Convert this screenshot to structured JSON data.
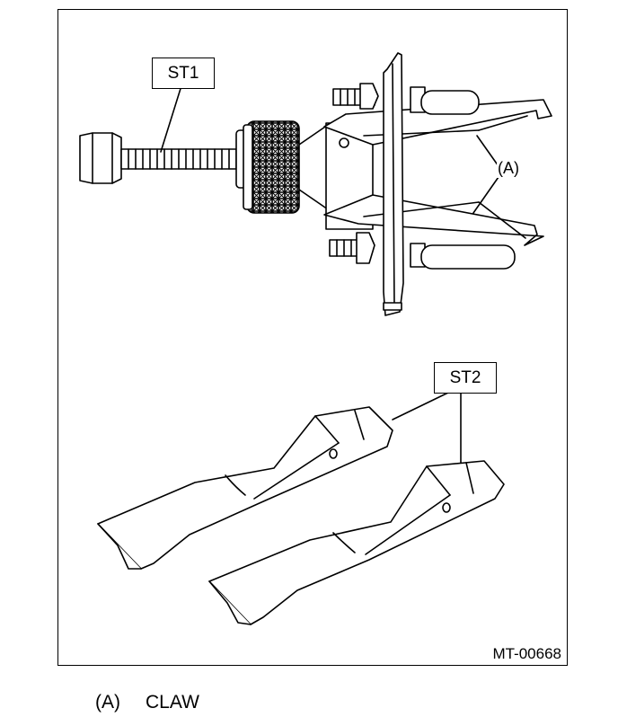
{
  "labels": {
    "st1": "ST1",
    "st2": "ST2",
    "claw_ref": "(A)"
  },
  "figure_id": "MT-00668",
  "legend": {
    "key": "(A)",
    "text": "CLAW"
  },
  "colors": {
    "line": "#000000",
    "background": "#ffffff"
  }
}
